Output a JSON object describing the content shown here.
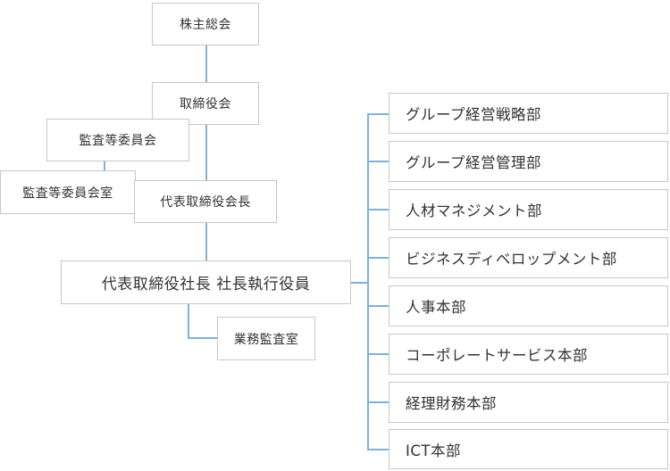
{
  "org": {
    "shareholders_meeting": "株主総会",
    "board": "取締役会",
    "audit_committee": "監査等委員会",
    "audit_office": "監査等委員会室",
    "representative_director": "代表取締役会長",
    "president": "代表取締役社長 社長執行役員",
    "internal_audit": "業務監査室",
    "departments": [
      "グループ経営戦略部",
      "グループ経営管理部",
      "人材マネジメント部",
      "ビジネスディベロップメント部",
      "人事本部",
      "コーポレートサービス本部",
      "経理財務本部",
      "ICT本部"
    ]
  },
  "colors": {
    "connector": "#7fb0d8",
    "border": "#c7c7c7",
    "text": "#333333"
  }
}
